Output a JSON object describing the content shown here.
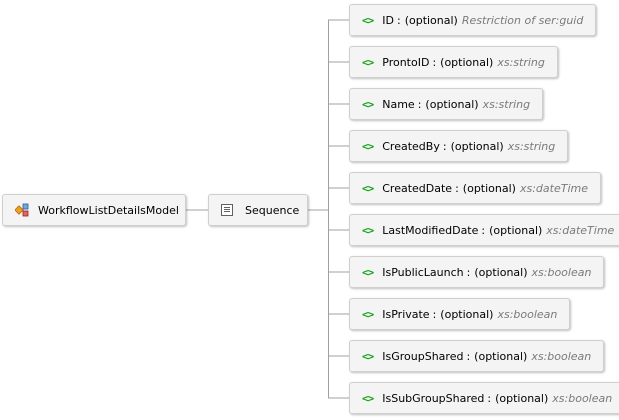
{
  "root": {
    "label": "WorkflowListDetailsModel",
    "icon": "complex-type-icon"
  },
  "sequence": {
    "label": "Sequence",
    "icon": "sequence-icon"
  },
  "element_icon_glyph": "<>",
  "separator": ":",
  "elements": [
    {
      "name": "ID",
      "occurrence": "(optional)",
      "type": "Restriction of ser:guid"
    },
    {
      "name": "ProntoID",
      "occurrence": "(optional)",
      "type": "xs:string"
    },
    {
      "name": "Name",
      "occurrence": "(optional)",
      "type": "xs:string"
    },
    {
      "name": "CreatedBy",
      "occurrence": "(optional)",
      "type": "xs:string"
    },
    {
      "name": "CreatedDate",
      "occurrence": "(optional)",
      "type": "xs:dateTime"
    },
    {
      "name": "LastModifiedDate",
      "occurrence": "(optional)",
      "type": "xs:dateTime"
    },
    {
      "name": "IsPublicLaunch",
      "occurrence": "(optional)",
      "type": "xs:boolean"
    },
    {
      "name": "IsPrivate",
      "occurrence": "(optional)",
      "type": "xs:boolean"
    },
    {
      "name": "IsGroupShared",
      "occurrence": "(optional)",
      "type": "xs:boolean"
    },
    {
      "name": "IsSubGroupShared",
      "occurrence": "(optional)",
      "type": "xs:boolean"
    }
  ],
  "colors": {
    "node_background": "#f4f4f4",
    "node_border": "#cfcfcf",
    "connector": "#a0a0a0",
    "element_icon": "#17a317",
    "type_text": "#7a7a7a"
  }
}
